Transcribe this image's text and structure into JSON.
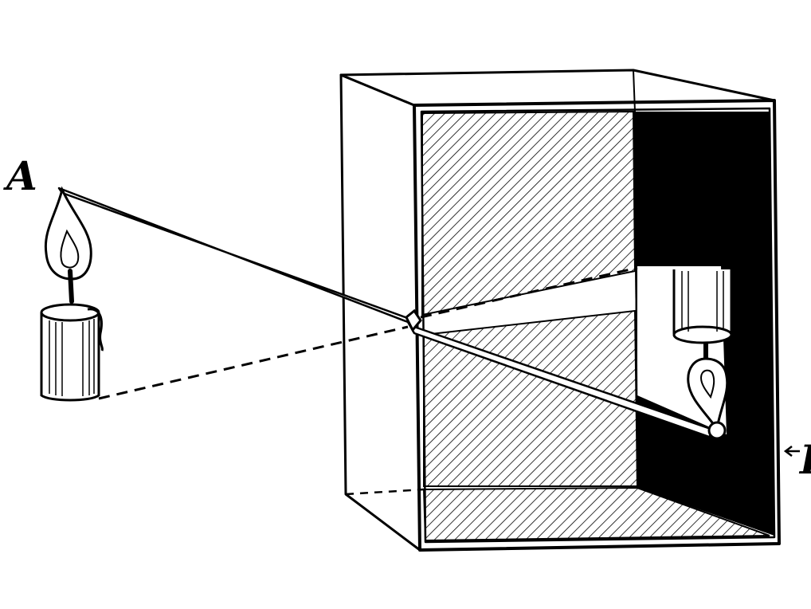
{
  "labels": {
    "a": "A",
    "b": "B"
  },
  "colors": {
    "ink": "#000000",
    "paper": "#ffffff"
  },
  "icons": [
    "candle-icon",
    "inverted-candle-image"
  ]
}
